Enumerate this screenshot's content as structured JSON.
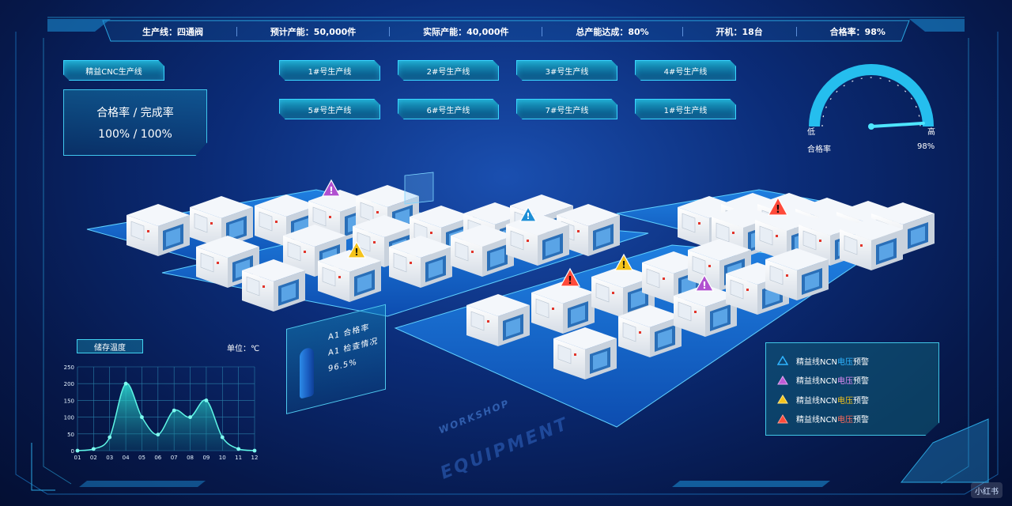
{
  "header": {
    "stats": [
      {
        "label": "生产线：四通阀"
      },
      {
        "label": "预计产能：50,000件"
      },
      {
        "label": "实际产能：40,000件"
      },
      {
        "label": "总产能达成：80%"
      },
      {
        "label": "开机：18台"
      },
      {
        "label": "合格率：98%"
      }
    ]
  },
  "sidebar": {
    "line_button": "精益CNC生产线",
    "rate_panel": {
      "title": "合格率 / 完成率",
      "value": "100% / 100%"
    }
  },
  "lines": [
    {
      "label": "1#号生产线"
    },
    {
      "label": "2#号生产线"
    },
    {
      "label": "3#号生产线"
    },
    {
      "label": "4#号生产线"
    },
    {
      "label": "5#号生产线"
    },
    {
      "label": "6#号生产线"
    },
    {
      "label": "7#号生产线"
    },
    {
      "label": "1#号生产线"
    }
  ],
  "gauge": {
    "low": "低",
    "high": "高",
    "label": "合格率",
    "value": "98%",
    "percent": 98
  },
  "chart": {
    "title": "储存温度",
    "unit": "单位：℃"
  },
  "chart_data": {
    "type": "area",
    "title": "储存温度",
    "x": [
      "01",
      "02",
      "03",
      "04",
      "05",
      "06",
      "07",
      "08",
      "09",
      "10",
      "11",
      "12"
    ],
    "values": [
      0,
      5,
      40,
      200,
      100,
      48,
      120,
      100,
      150,
      40,
      5,
      0
    ],
    "yticks": [
      0,
      50,
      100,
      150,
      200,
      250
    ],
    "ylim": [
      0,
      250
    ],
    "grid": true,
    "color": "#2fe4d8"
  },
  "info_card": {
    "line1": "A1 合格率",
    "line2": "A1 检查情况",
    "line3": "96.5%"
  },
  "legend": {
    "items": [
      {
        "prefix": "精益线NCN",
        "mid": "电压",
        "suffix": "预警",
        "color": "#2fb4ff"
      },
      {
        "prefix": "精益线NCN",
        "mid": "电压",
        "suffix": "预警",
        "color": "#c05bd6"
      },
      {
        "prefix": "精益线NCN",
        "mid": "电压",
        "suffix": "预警",
        "color": "#f5c31b"
      },
      {
        "prefix": "精益线NCN",
        "mid": "电压",
        "suffix": "预警",
        "color": "#ff4a3a"
      }
    ]
  },
  "colors": {
    "accent": "#39d6ff",
    "warning_red": "#ff4a3a",
    "warning_yellow": "#f5c31b",
    "warning_purple": "#c05bd6",
    "warning_blue": "#2fb4ff"
  },
  "watermark": {
    "line1": "WORKSHOP",
    "line2": "EQUIPMENT"
  },
  "badge": "小红书"
}
